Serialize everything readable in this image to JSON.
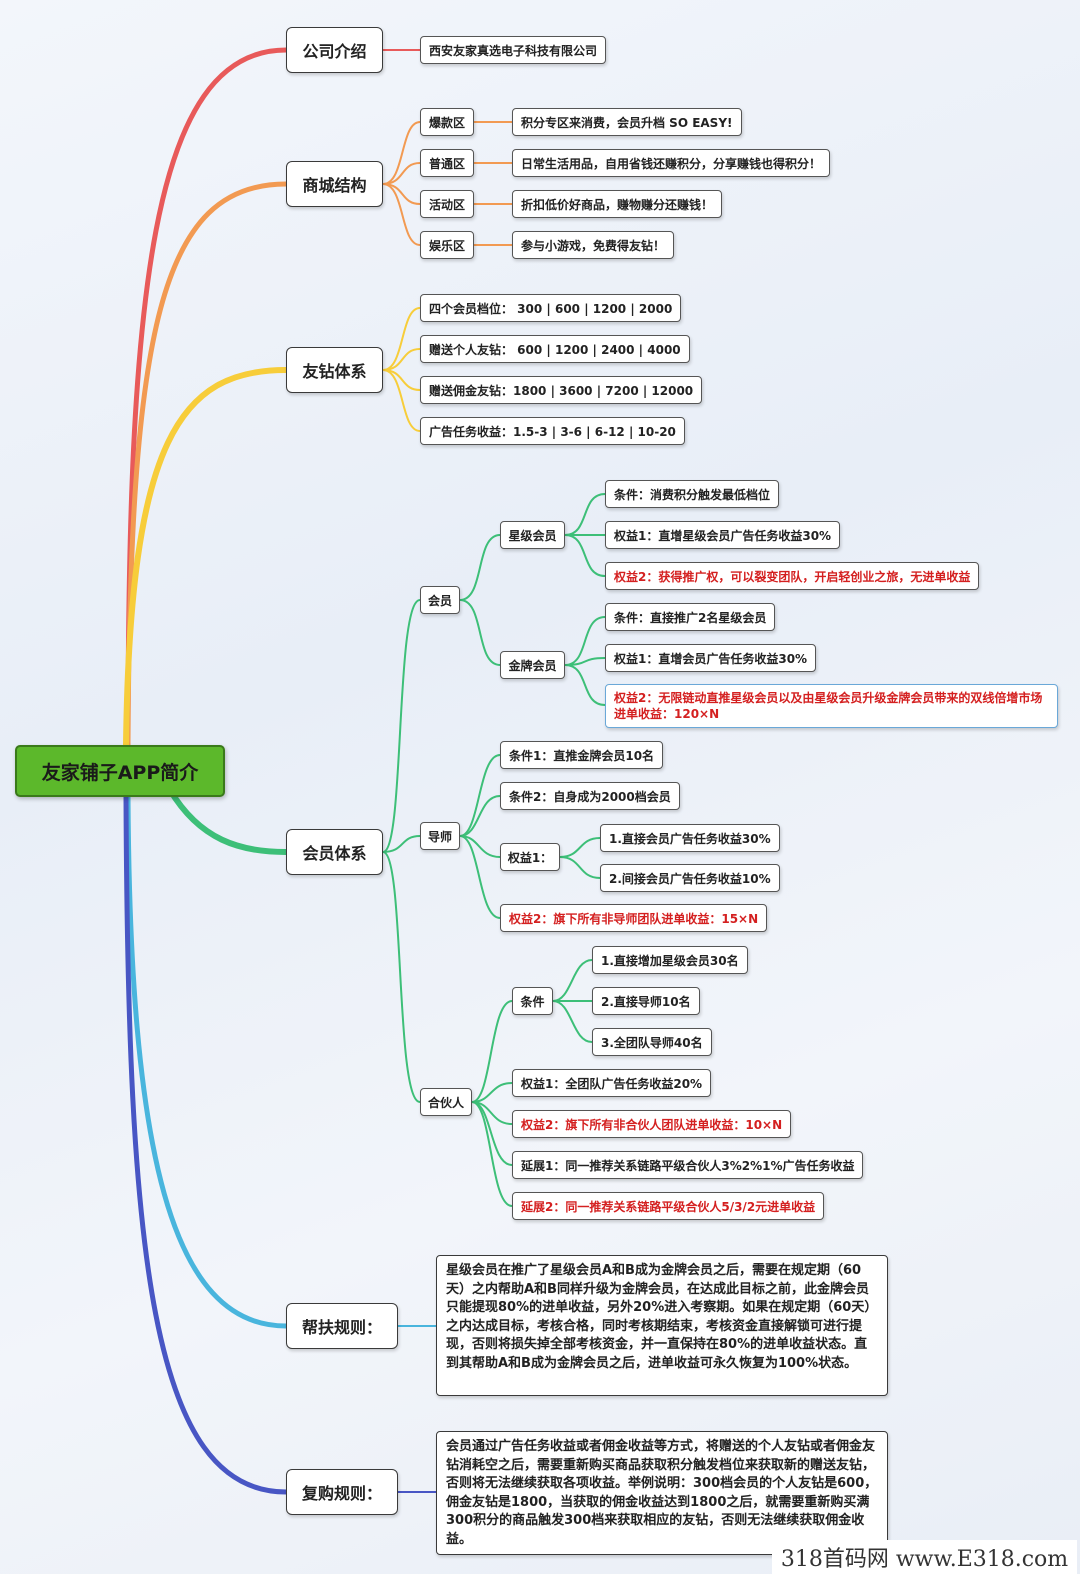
{
  "root": "友家铺子APP简介",
  "company": {
    "label": "公司介绍",
    "name": "西安友家真选电子科技有限公司"
  },
  "mall": {
    "label": "商城结构",
    "zones": [
      {
        "name": "爆款区",
        "desc": "积分专区来消费，会员升档 SO EASY!"
      },
      {
        "name": "普通区",
        "desc": "日常生活用品，自用省钱还赚积分，分享赚钱也得积分！"
      },
      {
        "name": "活动区",
        "desc": "折扣低价好商品，赚物赚分还赚钱！"
      },
      {
        "name": "娱乐区",
        "desc": "参与小游戏，免费得友钻！"
      }
    ]
  },
  "diamond": {
    "label": "友钻体系",
    "items": [
      "四个会员档位：  300 | 600 | 1200 | 2000",
      "赠送个人友钻：  600 | 1200 | 2400 | 4000",
      "赠送佣金友钻：1800 | 3600 | 7200 | 12000",
      "广告任务收益：1.5-3 | 3-6 | 6-12 | 10-20"
    ]
  },
  "member_system": {
    "label": "会员体系",
    "member": {
      "label": "会员",
      "star": {
        "label": "星级会员",
        "items": [
          "条件：消费积分触发最低档位",
          "权益1：直增星级会员广告任务收益30%",
          "权益2：获得推广权，可以裂变团队，开启轻创业之旅，无进单收益"
        ]
      },
      "gold": {
        "label": "金牌会员",
        "items": [
          "条件：直接推广2名星级会员",
          "权益1：直增会员广告任务收益30%",
          "权益2：无限链动直推星级会员以及由星级会员升级金牌会员带来的双线倍增市场进单收益：120×N"
        ]
      }
    },
    "mentor": {
      "label": "导师",
      "cond1": "条件1：直推金牌会员10名",
      "cond2": "条件2：自身成为2000档会员",
      "benefit1": {
        "label": "权益1：",
        "items": [
          "1.直接会员广告任务收益30%",
          "2.间接会员广告任务收益10%"
        ]
      },
      "benefit2": "权益2：旗下所有非导师团队进单收益：15×N"
    },
    "partner": {
      "label": "合伙人",
      "cond": {
        "label": "条件",
        "items": [
          "1.直接增加星级会员30名",
          "2.直接导师10名",
          "3.全团队导师40名"
        ]
      },
      "items": [
        "权益1：全团队广告任务收益20%",
        "权益2：旗下所有非合伙人团队进单收益：10×N",
        "延展1：同一推荐关系链路平级合伙人3%2%1%广告任务收益",
        "延展2：同一推荐关系链路平级合伙人5/3/2元进单收益"
      ]
    }
  },
  "help_rule": {
    "label": "帮扶规则：",
    "text": "星级会员在推广了星级会员A和B成为金牌会员之后，需要在规定期（60天）之内帮助A和B同样升级为金牌会员，在达成此目标之前，此金牌会员只能提现80%的进单收益，另外20%进入考察期。如果在规定期（60天）之内达成目标，考核合格，同时考核期结束，考核资金直接解锁可进行提现，否则将损失掉全部考核资金，并一直保持在80%的进单收益状态。直到其帮助A和B成为金牌会员之后，进单收益可永久恢复为100%状态。"
  },
  "repurchase_rule": {
    "label": "复购规则：",
    "text": "会员通过广告任务收益或者佣金收益等方式，将赠送的个人友钻或者佣金友钻消耗空之后，需要重新购买商品获取积分触发档位来获取新的赠送友钻，否则将无法继续获取各项收益。举例说明：300档会员的个人友钻是600，佣金友钻是1800，当获取的佣金收益达到1800之后，就需要重新购买满300积分的商品触发300档来获取相应的友钻，否则无法继续获取佣金收益。"
  },
  "watermark": "318首码网 www.E318.com",
  "colors": {
    "company": "#e85a5a",
    "mall": "#f29a52",
    "diamond": "#f7cd3a",
    "member": "#3dbf78",
    "help": "#49b5dd",
    "repurchase": "#4856c4",
    "highlight": "#d42020"
  }
}
